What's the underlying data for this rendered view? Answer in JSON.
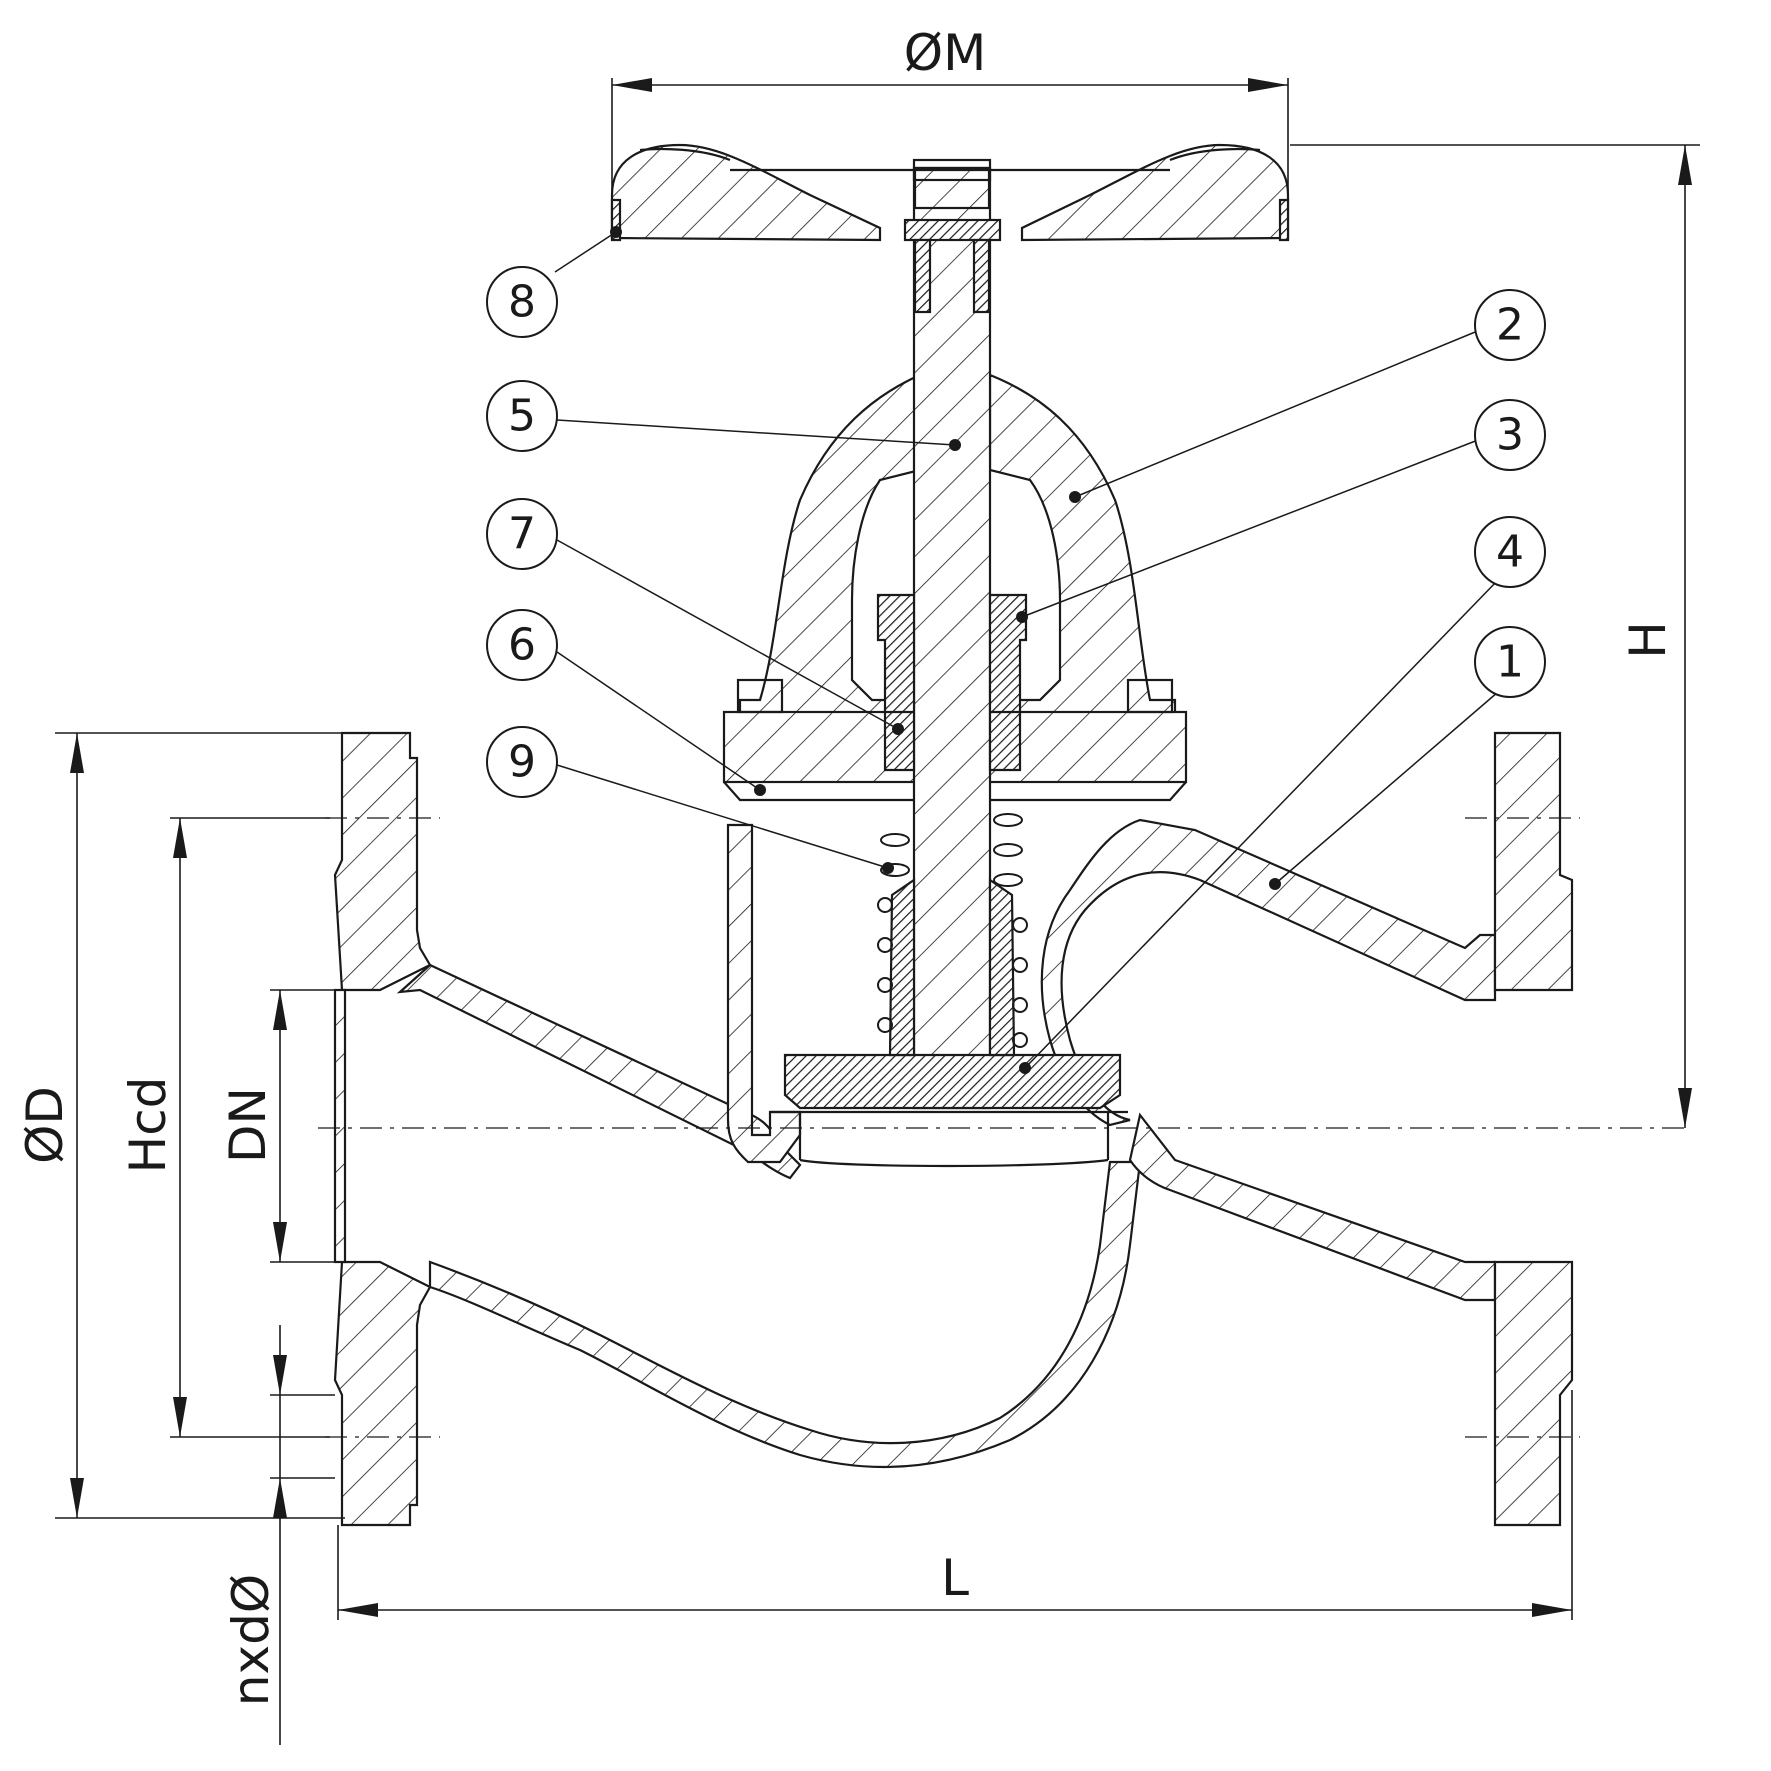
{
  "balloons": [
    "1",
    "2",
    "3",
    "4",
    "5",
    "6",
    "7",
    "8",
    "9"
  ],
  "dimensions": {
    "handwheel_diameter": "ØM",
    "height": "H",
    "flange_diameter": "ØD",
    "bolt_circle": "Hcd",
    "nominal_diameter": "DN",
    "bolt_holes": "nxdØ",
    "length": "L"
  }
}
